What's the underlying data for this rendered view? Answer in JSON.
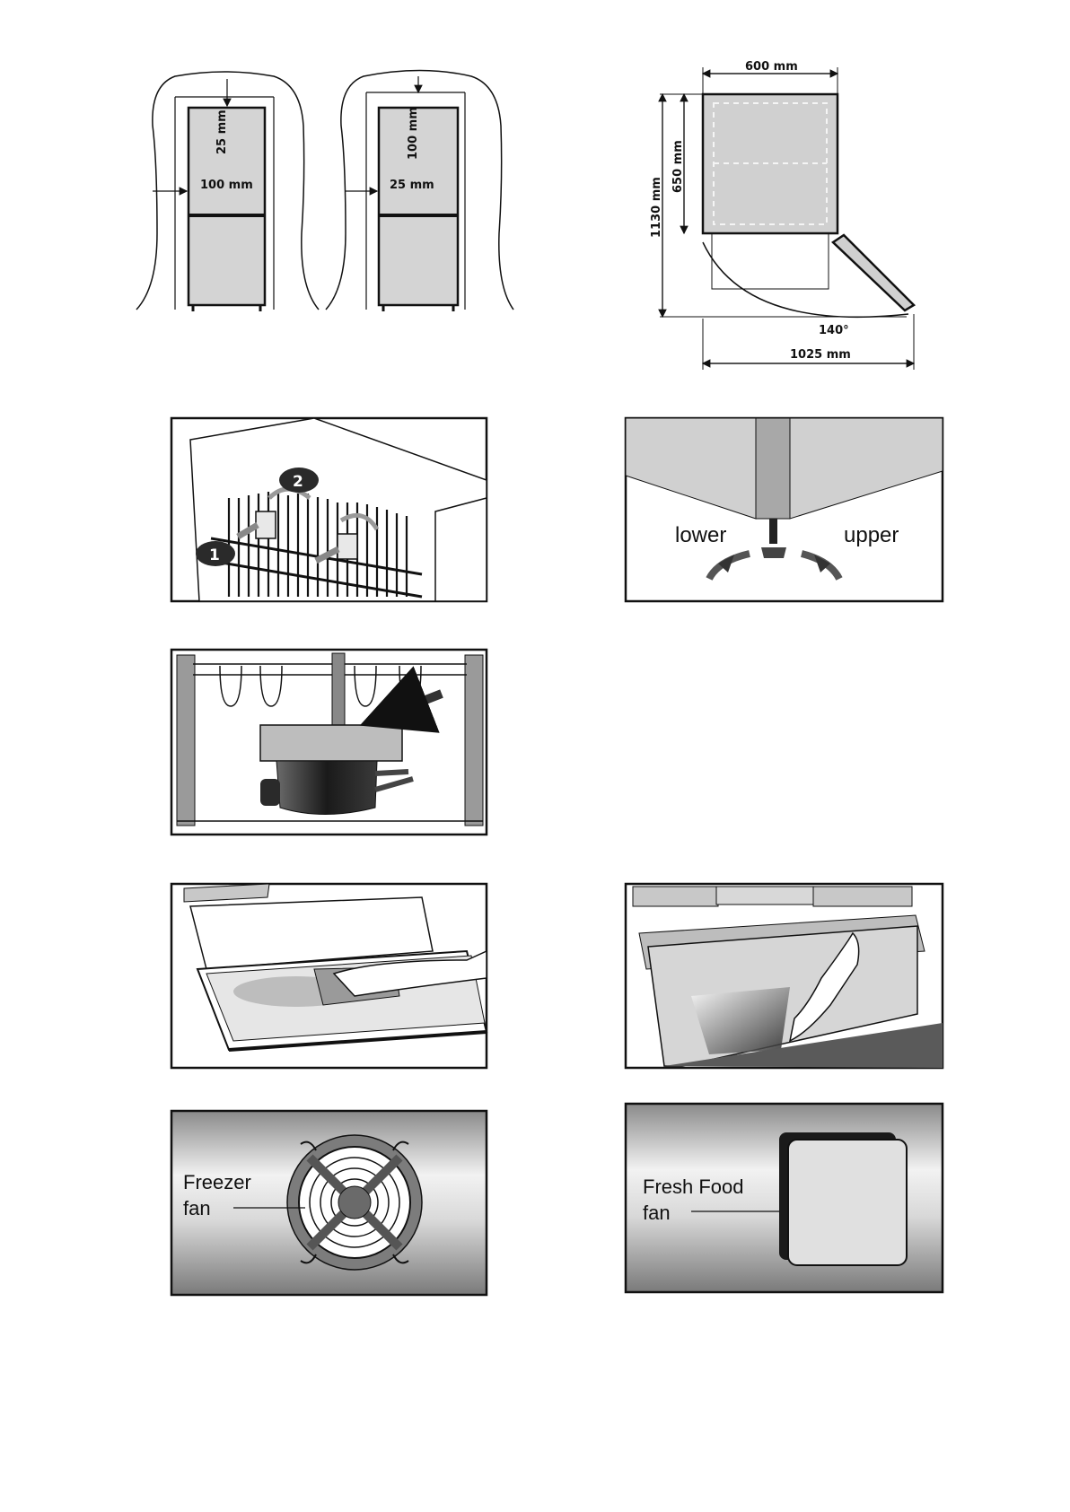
{
  "figures": {
    "clearance": {
      "left_top_gap": "25 mm",
      "left_side_gap": "100 mm",
      "right_top_gap": "100 mm",
      "right_side_gap": "25 mm"
    },
    "dimensions": {
      "width": "600 mm",
      "depth": "650 mm",
      "height": "1130 mm",
      "door_angle": "140°",
      "open_depth": "1025 mm"
    },
    "spacers": {
      "step1": "1",
      "step2": "2"
    },
    "feet": {
      "left_label": "lower",
      "right_label": "upper"
    },
    "freezer_fan": {
      "label_line1": "Freezer",
      "label_line2": "fan"
    },
    "fresh_fan": {
      "label_line1": "Fresh Food",
      "label_line2": "fan"
    }
  },
  "colors": {
    "line": "#111111",
    "panel_fill": "#cfcfcf",
    "dark": "#2a2a2a"
  }
}
